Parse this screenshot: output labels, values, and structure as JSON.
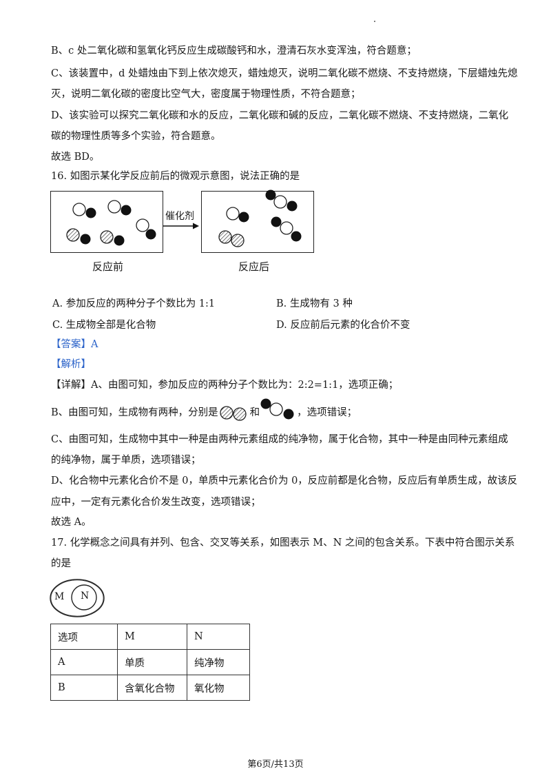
{
  "lines": {
    "l1": "B、c 处二氧化碳和氢氧化钙反应生成碳酸钙和水，澄清石灰水变浑浊，符合题意；",
    "l2": "C、该装置中，d 处蜡烛由下到上依次熄灭，蜡烛熄灭，说明二氧化碳不燃烧、不支持燃烧，下层蜡烛先熄",
    "l3": "灭，说明二氧化碳的密度比空气大，密度属于物理性质，不符合题意；",
    "l4": "D、该实验可以探究二氧化碳和水的反应，二氧化碳和碱的反应，二氧化碳不燃烧、不支持燃烧，二氧化",
    "l5": "碳的物理性质等多个实验，符合题意。",
    "l6": "故选 BD。",
    "q16": "16. 如图示某化学反应前后的微观示意图，说法正确的是"
  },
  "diagram16": {
    "catalyst_label": "催化剂",
    "before_label": "反应前",
    "after_label": "反应后"
  },
  "options16": {
    "a": "A. 参加反应的两种分子个数比为 1:1",
    "b": "B. 生成物有 3 种",
    "c": "C. 生成物全部是化合物",
    "d": "D. 反应前后元素的化合价不变"
  },
  "answer16": {
    "answer": "【答案】A",
    "analysis": "【解析】",
    "detail": "【详解】A、由图可知，参加反应的两种分子个数比为：2:2=1:1，选项正确；",
    "b_prefix": "B、由图可知，生成物有两种，分别是",
    "b_and": "和",
    "b_suffix": "，选项错误；",
    "c1": "C、由图可知，生成物中其中一种是由两种元素组成的纯净物，属于化合物，其中一种是由同种元素组成",
    "c2": "的纯净物，属于单质，选项错误；",
    "d1": "D、化合物中元素化合价不是 0，单质中元素化合价为 0，反应前都是化合物，反应后有单质生成，故该反",
    "d2": "应中，一定有元素化合价发生改变，选项错误；",
    "conclusion": "故选 A。"
  },
  "q17": {
    "line1": "17. 化学概念之间具有并列、包含、交叉等关系，如图表示 M、N 之间的包含关系。下表中符合图示关系",
    "line2": "的是",
    "venn_outer": "M",
    "venn_inner": "N",
    "table": {
      "headers": [
        "选项",
        "M",
        "N"
      ],
      "rows": [
        [
          "A",
          "单质",
          "纯净物"
        ],
        [
          "B",
          "含氧化合物",
          "氧化物"
        ]
      ]
    }
  },
  "footer": "第6页/共13页"
}
